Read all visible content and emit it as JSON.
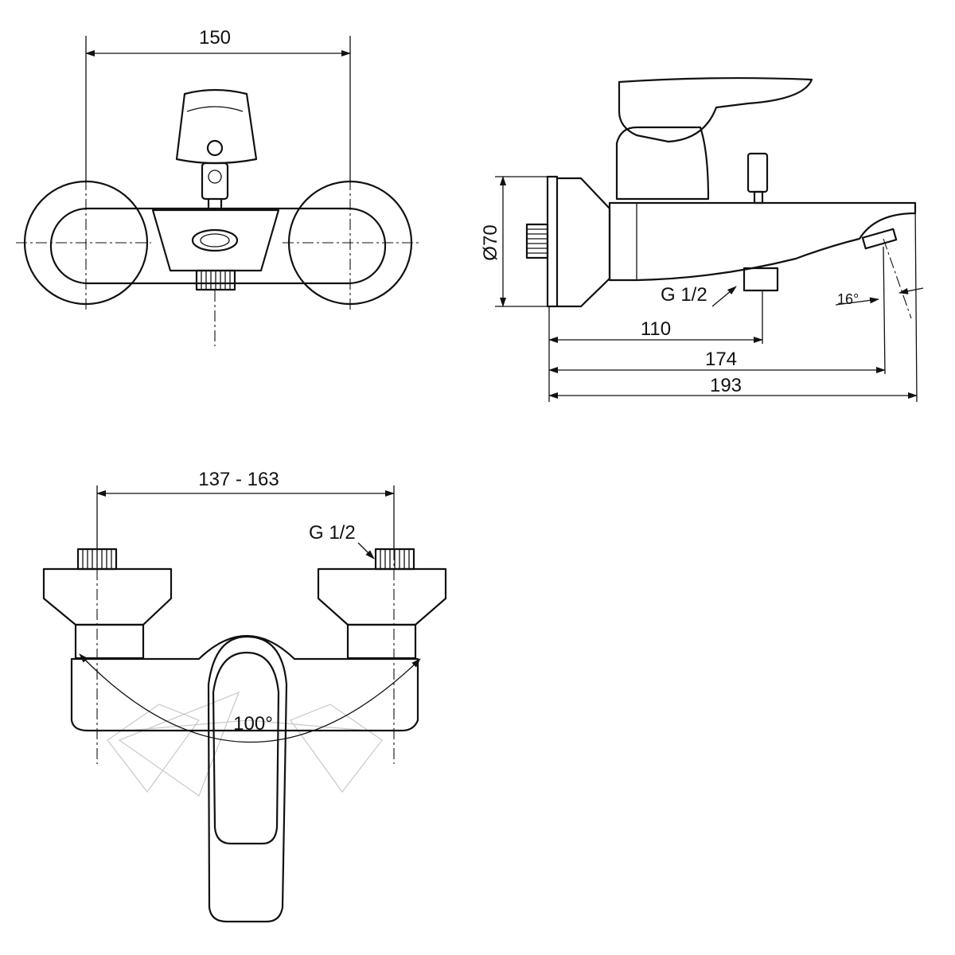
{
  "front_view": {
    "width_label": "150"
  },
  "side_view": {
    "diameter_label": "Ø70",
    "connection_label": "G 1/2",
    "angle_label": "16°",
    "dim_outlet_center": "110",
    "dim_spout_center": "174",
    "dim_total_depth": "193"
  },
  "bottom_view": {
    "centers_range_label": "137 - 163",
    "connection_label": "G 1/2",
    "rotation_label": "100°"
  }
}
